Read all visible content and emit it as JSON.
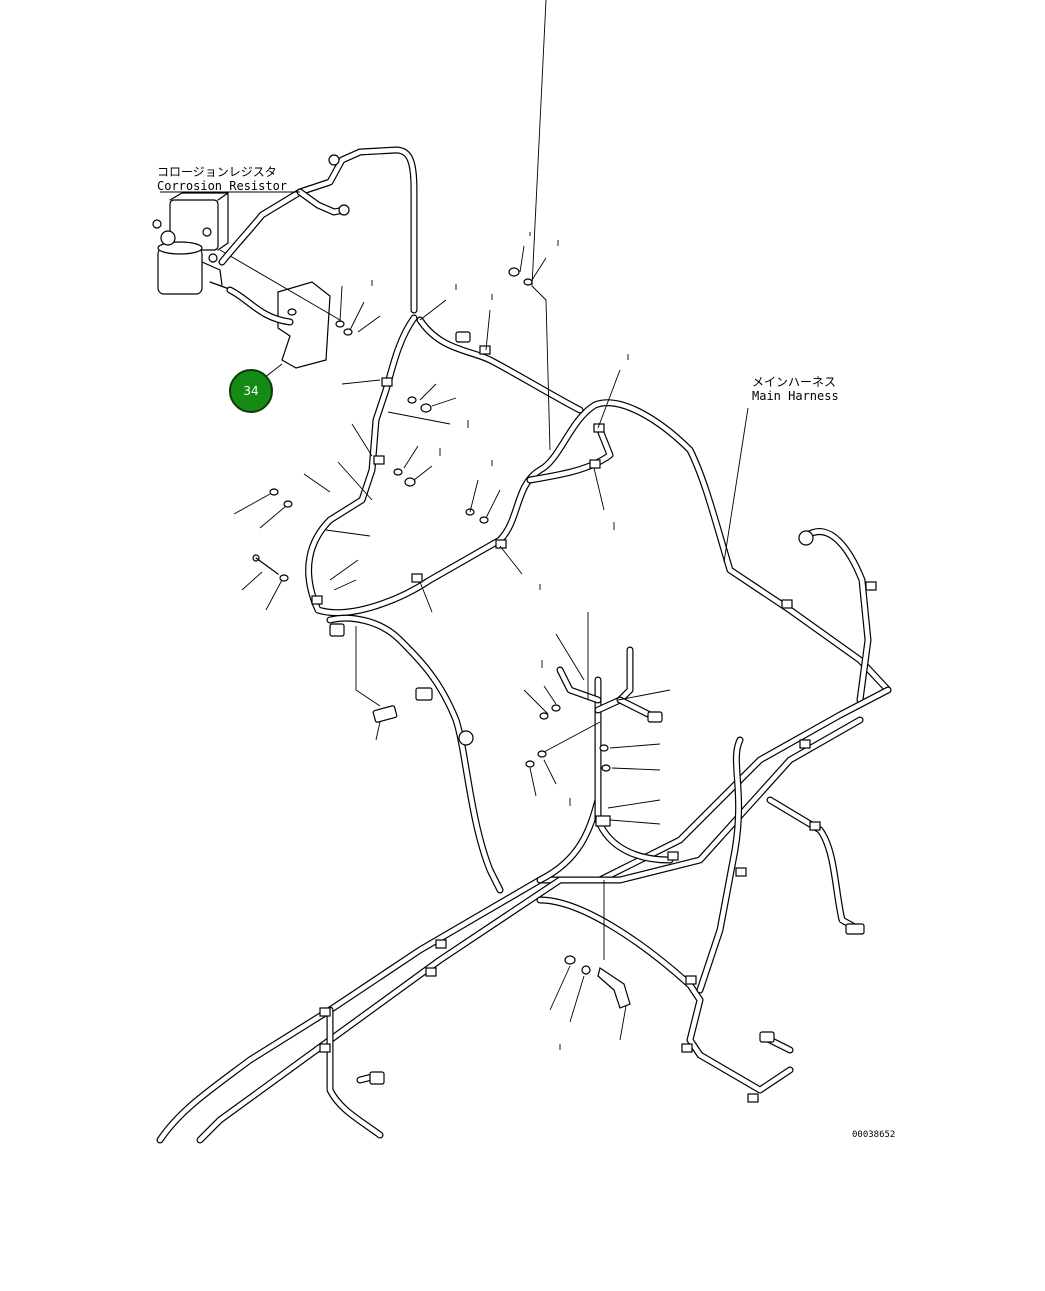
{
  "labels": {
    "corrosion_resistor_jp": "コロージョンレジスタ",
    "corrosion_resistor_en": "Corrosion Resistor",
    "main_harness_jp": "メインハーネス",
    "main_harness_en": "Main Harness"
  },
  "callout": {
    "number": "34",
    "color": "#158a15"
  },
  "drawing_number": "00038652"
}
